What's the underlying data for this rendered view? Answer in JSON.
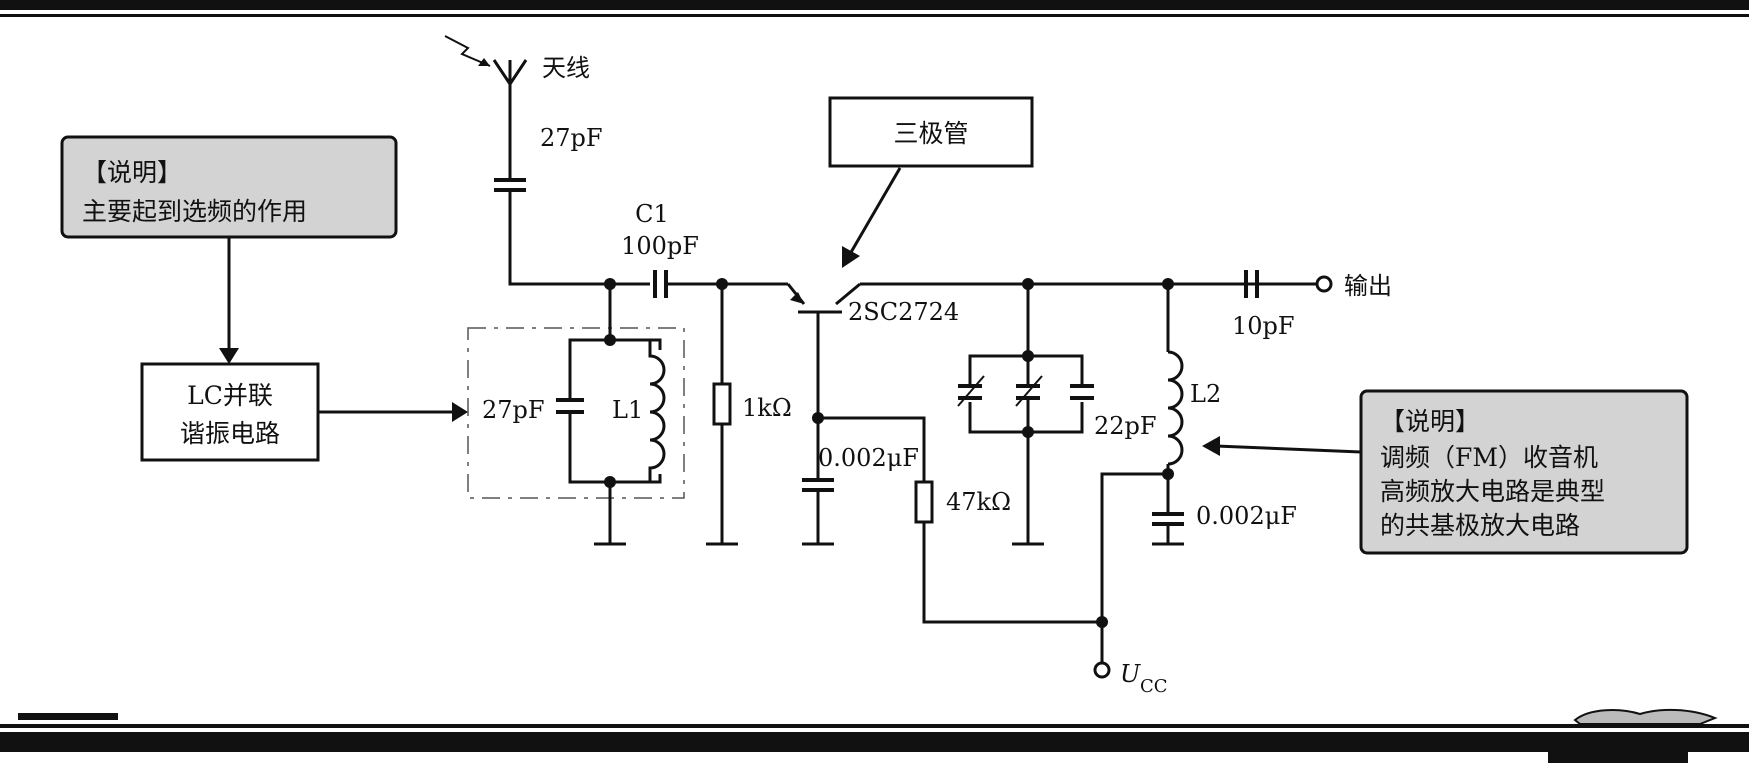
{
  "antenna_label": "天线",
  "antenna_cap": "27pF",
  "c1_name": "C1",
  "c1_value": "100pF",
  "transistor_callout": "三极管",
  "transistor_model": "2SC2724",
  "output_label": "输出",
  "output_cap": "10pF",
  "tank_cap": "27pF",
  "l1_label": "L1",
  "r1_label": "1kΩ",
  "base_cap": "0.002μF",
  "r2_label": "47kΩ",
  "trim_cap": "22pF",
  "l2_label": "L2",
  "vcc_cap": "0.002μF",
  "vcc_label": "U",
  "vcc_sub": "CC",
  "lc_box": {
    "line1": "LC并联",
    "line2": "谐振电路"
  },
  "note_left": {
    "line1": "【说明】",
    "line2": "主要起到选频的作用"
  },
  "note_right": {
    "line1": "【说明】",
    "line2": "调频（FM）收音机",
    "line3": "高频放大电路是典型",
    "line4": "的共基极放大电路"
  },
  "colors": {
    "callout_fill": "#d3d3d3",
    "ink": "#111111"
  }
}
